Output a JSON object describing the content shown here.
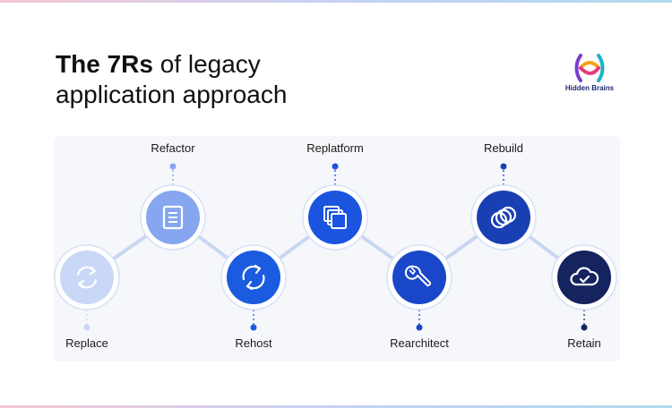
{
  "title": {
    "bold": "The 7Rs",
    "rest1": " of legacy",
    "line2": "application approach"
  },
  "logo": {
    "text": "Hidden Brains"
  },
  "steps": [
    {
      "label": "Replace",
      "icon": "refresh-icon",
      "color": "#c9d8f7",
      "position": "bottom"
    },
    {
      "label": "Refactor",
      "icon": "document-icon",
      "color": "#86a6f0",
      "position": "top"
    },
    {
      "label": "Rehost",
      "icon": "rotate-arrows-icon",
      "color": "#1b5be0",
      "position": "bottom"
    },
    {
      "label": "Replatform",
      "icon": "copy-icon",
      "color": "#1a54df",
      "position": "top"
    },
    {
      "label": "Rearchitect",
      "icon": "wrench-icon",
      "color": "#1a47c9",
      "position": "bottom"
    },
    {
      "label": "Rebuild",
      "icon": "rings-icon",
      "color": "#1940b2",
      "position": "top"
    },
    {
      "label": "Retain",
      "icon": "cloud-check-icon",
      "color": "#15235f",
      "position": "bottom"
    }
  ]
}
